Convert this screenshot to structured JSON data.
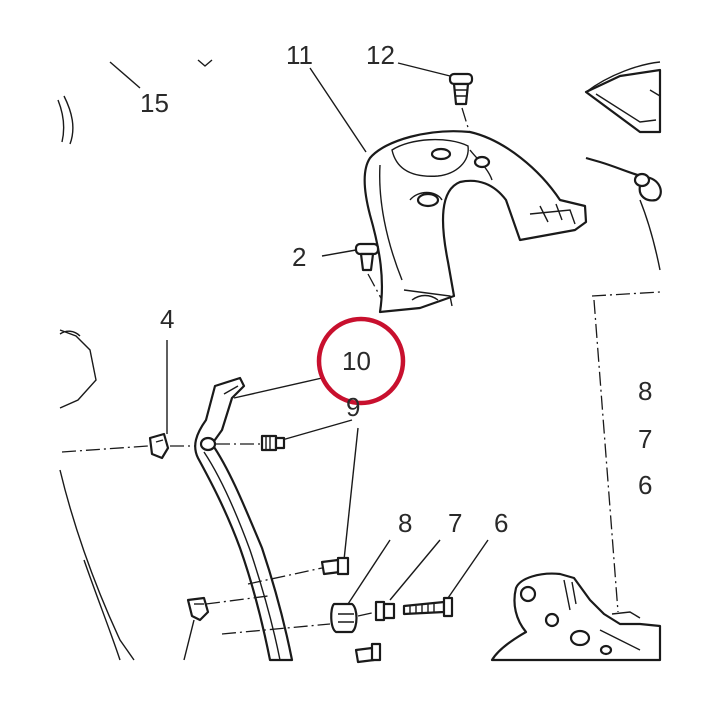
{
  "callouts": {
    "c15": "15",
    "c12": "12",
    "c11": "11",
    "c2": "2",
    "c4": "4",
    "c10": "10",
    "c9": "9",
    "c8": "8",
    "c7": "7",
    "c6": "6",
    "r8": "8",
    "r7": "7",
    "r6": "6"
  },
  "highlight": {
    "target": "10",
    "color": "#c8102e"
  }
}
